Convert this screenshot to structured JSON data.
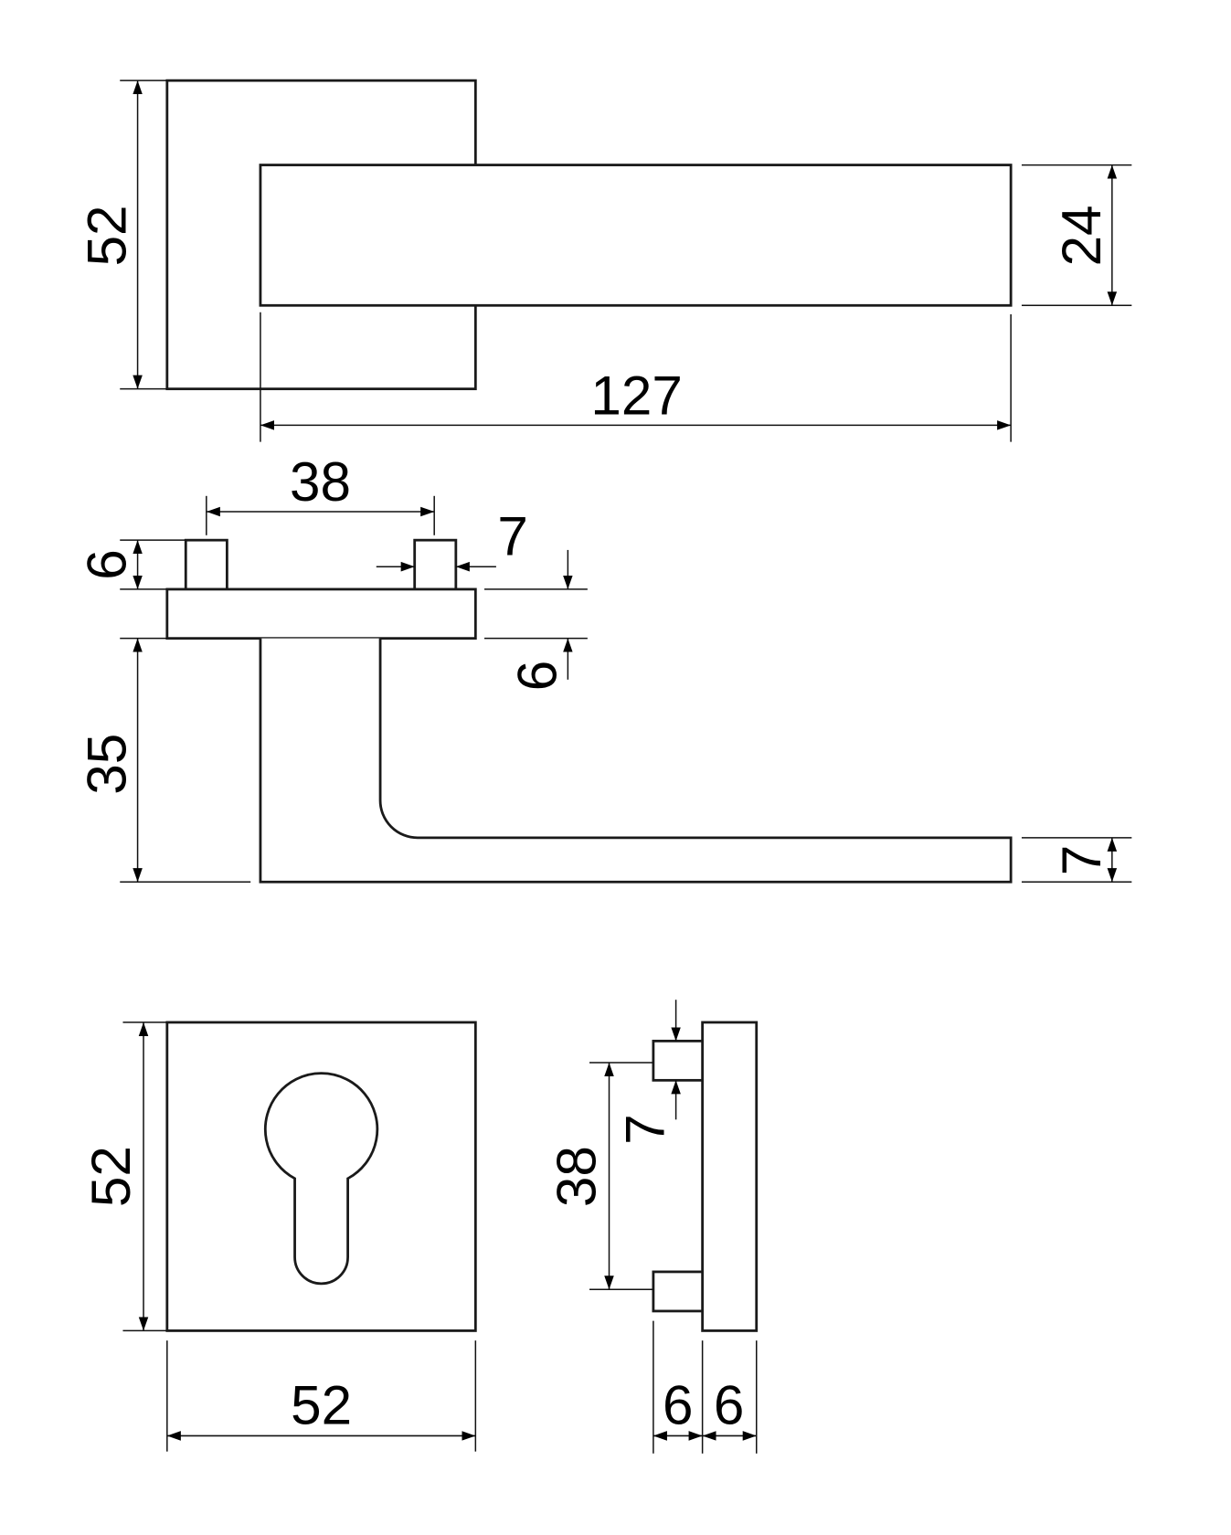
{
  "title": "Door lever handle on square rose with euro-profile escutcheon - dimension drawing (mm)",
  "top_view": {
    "rose_height": "52",
    "lever_height": "24",
    "lever_length": "127"
  },
  "side_view": {
    "pin_spacing": "38",
    "pin_width": "7",
    "pin_height": "6",
    "plate_thickness": "6",
    "lever_drop": "35",
    "lever_thickness": "7"
  },
  "escutcheon_front": {
    "height": "52",
    "width": "52"
  },
  "escutcheon_side": {
    "pin_spacing": "38",
    "pin_width": "7",
    "pin_length": "6",
    "plate_thickness": "6"
  },
  "colors": {
    "line": "#1a1a1a",
    "background": "#ffffff"
  }
}
